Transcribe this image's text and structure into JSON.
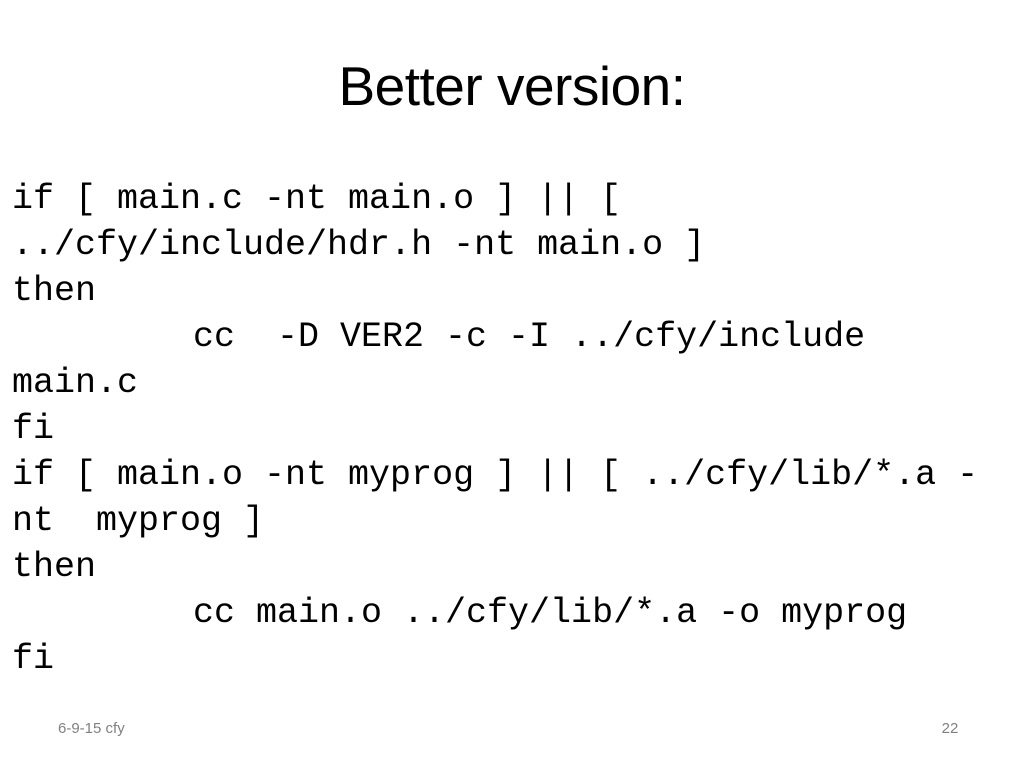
{
  "slide": {
    "title": "Better version:",
    "background_color": "#ffffff",
    "text_color": "#000000",
    "footer_color": "#808080"
  },
  "code": {
    "lines": [
      {
        "text": "if [ main.c -nt main.o ] || [ ../cfy/include/hdr.h -nt main.o ]",
        "indented": false
      },
      {
        "text": "then",
        "indented": false
      },
      {
        "text": "cc  -D VER2 -c -I ../cfy/include main.c",
        "indented": true
      },
      {
        "text": "fi",
        "indented": false
      },
      {
        "text": "if [ main.o -nt myprog ] || [ ../cfy/lib/*.a -nt  myprog ]",
        "indented": false
      },
      {
        "text": "then",
        "indented": false
      },
      {
        "text": "cc main.o ../cfy/lib/*.a -o myprog",
        "indented": true
      },
      {
        "text": "fi",
        "indented": false
      }
    ]
  },
  "footer": {
    "date_author": "6-9-15 cfy",
    "page_number": "22"
  }
}
